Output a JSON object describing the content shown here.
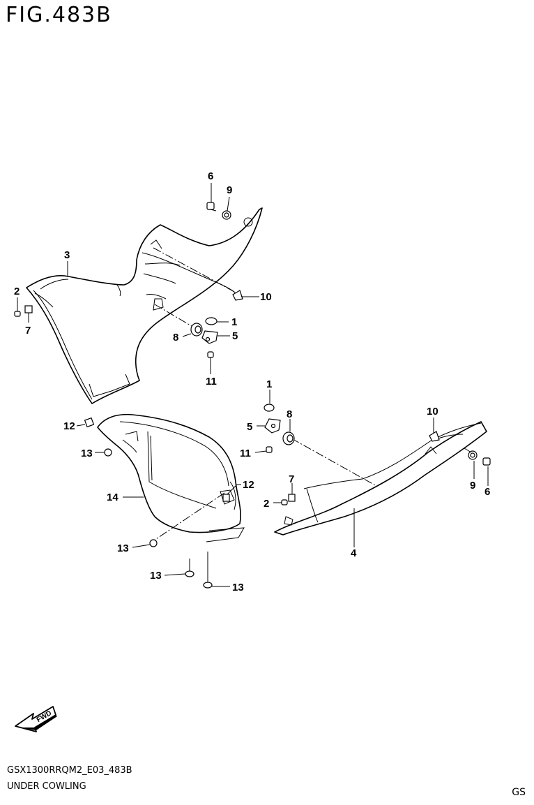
{
  "figure": {
    "title": "FIG.483B",
    "model_code": "GSX1300RRQM2_E03_483B",
    "section_name": "UNDER COWLING",
    "corner_code": "GS",
    "fwd_label": "FWD"
  },
  "callouts": {
    "upper": {
      "c6": "6",
      "c9": "9",
      "c3": "3",
      "c2": "2",
      "c7": "7",
      "c10": "10",
      "c1": "1",
      "c8": "8",
      "c5": "5",
      "c11": "11"
    },
    "left_lower": {
      "c12a": "12",
      "c13a": "13",
      "c14": "14",
      "c12b": "12",
      "c13b": "13",
      "c13c": "13",
      "c13d": "13"
    },
    "right_lower": {
      "c1": "1",
      "c5": "5",
      "c8": "8",
      "c11": "11",
      "c7": "7",
      "c2": "2",
      "c10": "10",
      "c9": "9",
      "c6": "6",
      "c4": "4"
    }
  }
}
